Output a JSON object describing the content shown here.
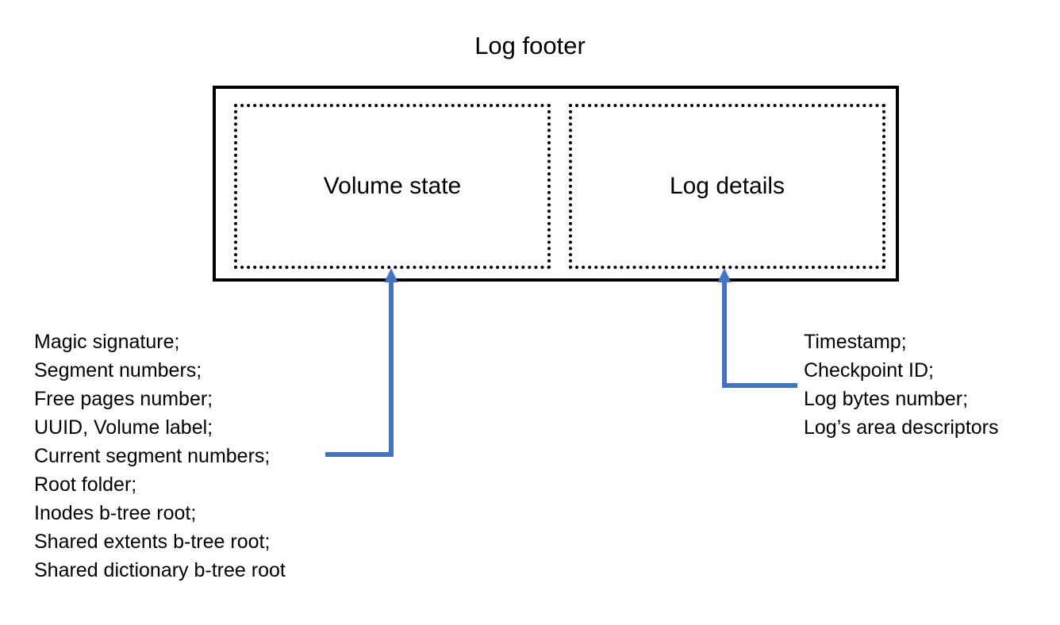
{
  "diagram": {
    "title": "Log footer",
    "accent_color": "#4472C4",
    "outline_color": "#000000",
    "background_color": "#FFFFFF",
    "sections": [
      {
        "id": "volume-state",
        "label": "Volume state",
        "border_style": "dotted",
        "fields": [
          "Magic signature;",
          "Segment numbers;",
          "Free pages number;",
          "UUID, Volume label;",
          "Current segment numbers;",
          "Root folder;",
          "Inodes b-tree root;",
          "Shared extents b-tree root;",
          "Shared dictionary b-tree root"
        ]
      },
      {
        "id": "log-details",
        "label": "Log details",
        "border_style": "dotted",
        "fields": [
          "Timestamp;",
          "Checkpoint ID;",
          "Log bytes number;",
          "Log’s area descriptors"
        ]
      }
    ],
    "connectors": [
      {
        "id": "volume-state-connector",
        "from": "volume-state-fields",
        "to": "section-volume-state",
        "shape": "elbow-up"
      },
      {
        "id": "log-details-connector",
        "from": "log-details-fields",
        "to": "section-log-details",
        "shape": "elbow-up"
      }
    ]
  }
}
